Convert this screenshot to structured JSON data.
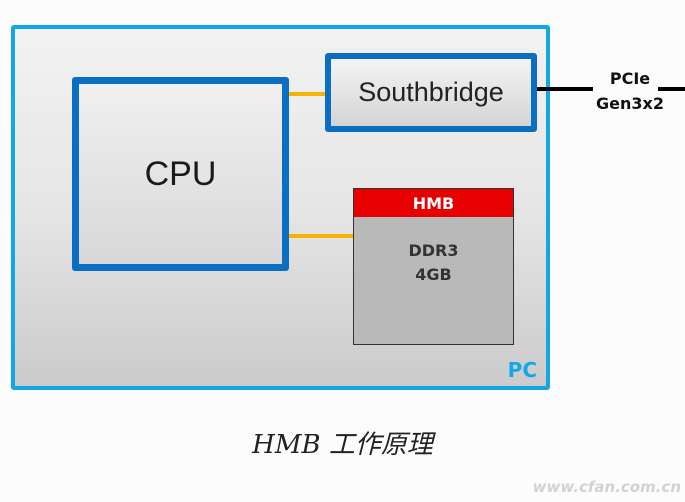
{
  "diagram": {
    "pc": {
      "label": "PC"
    },
    "cpu": {
      "label": "CPU"
    },
    "southbridge": {
      "label": "Southbridge"
    },
    "memory": {
      "header": "HMB",
      "line1": "DDR3",
      "line2": "4GB"
    },
    "pcie": {
      "line1": "PCIe",
      "line2": "Gen3x2"
    }
  },
  "caption": "HMB 工作原理",
  "watermark": "www.cfan.com.cn",
  "colors": {
    "pc_border": "#12a8e6",
    "chip_border": "#0a6fc2",
    "hmb_header": "#e80000",
    "connector": "#f5b400",
    "bus": "#000000"
  }
}
